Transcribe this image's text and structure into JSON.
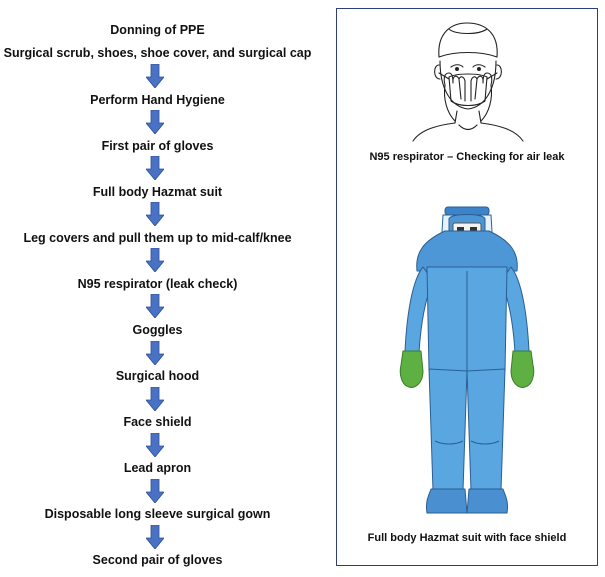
{
  "flow": {
    "title": "Donning of PPE",
    "steps": [
      "Surgical scrub, shoes, shoe cover, and surgical cap",
      "Perform Hand Hygiene",
      "First pair of gloves",
      "Full body Hazmat suit",
      "Leg covers and pull them up to mid-calf/knee",
      "N95 respirator (leak check)",
      "Goggles",
      "Surgical hood",
      "Face shield",
      "Lead apron",
      "Disposable long sleeve surgical gown",
      "Second pair of gloves"
    ],
    "arrow_color": "#4a72c4"
  },
  "panel": {
    "caption_top": "N95 respirator – Checking for air leak",
    "caption_bottom": "Full body Hazmat suit with face shield",
    "border_color": "#2b3f7a",
    "suit_color": "#5aa6e0",
    "glove_color": "#5fb043"
  }
}
